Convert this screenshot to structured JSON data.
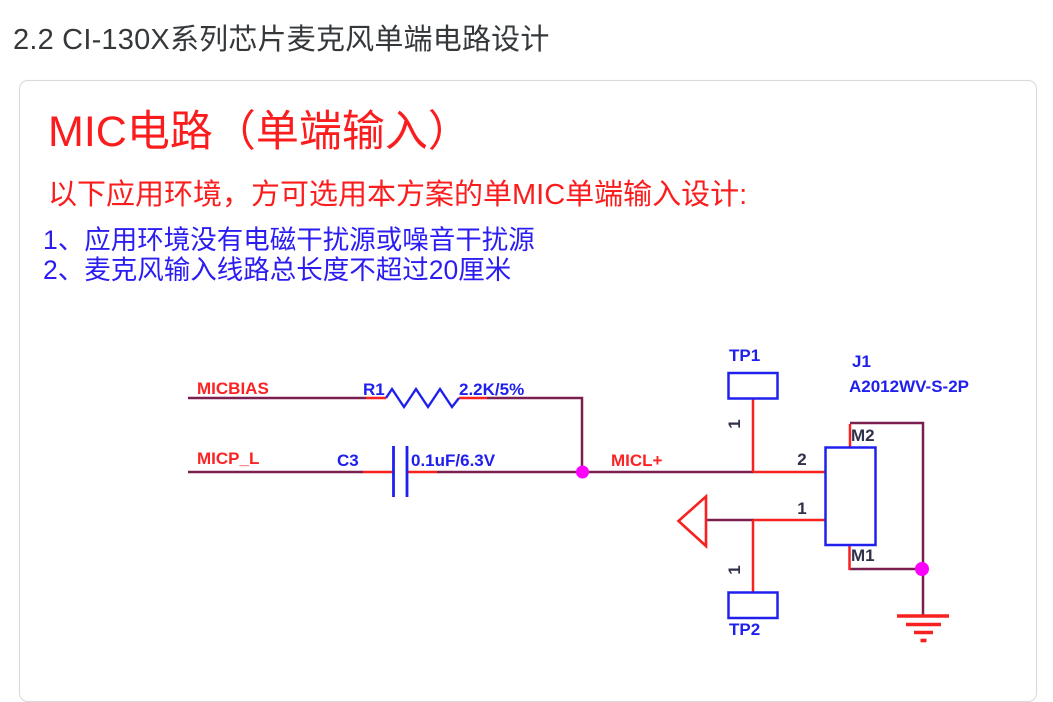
{
  "page": {
    "heading": "2.2 CI-130X系列芯片麦克风单端电路设计"
  },
  "panel": {
    "title": "MIC电路（单端输入）",
    "subtitle": "以下应用环境，方可选用本方案的单MIC单端输入设计:",
    "notes": [
      "1、应用环境没有电磁干扰源或噪音干扰源",
      "2、麦克风输入线路总长度不超过20厘米"
    ]
  },
  "schematic": {
    "nets": {
      "micbias": "MICBIAS",
      "micp_l": "MICP_L",
      "micl_plus": "MICL+"
    },
    "components": {
      "r1": {
        "ref": "R1",
        "value": "2.2K/5%"
      },
      "c3": {
        "ref": "C3",
        "value": "0.1uF/6.3V"
      },
      "tp1": {
        "ref": "TP1",
        "pin": "1"
      },
      "tp2": {
        "ref": "TP2",
        "pin": "1"
      },
      "j1": {
        "ref": "J1",
        "part": "A2012WV-S-2P",
        "pin1": "1",
        "pin2": "2",
        "m1": "M1",
        "m2": "M2"
      }
    },
    "colors": {
      "wire": "#7a2050",
      "pin_wire_red": "#f92020",
      "component_blue": "#2020ee",
      "net_label_red": "#fb2323",
      "pin_text": "#30304a",
      "junction_magenta": "#ff00ff",
      "title_red": "#fb1d1d",
      "note_blue": "#2b1df2"
    }
  }
}
